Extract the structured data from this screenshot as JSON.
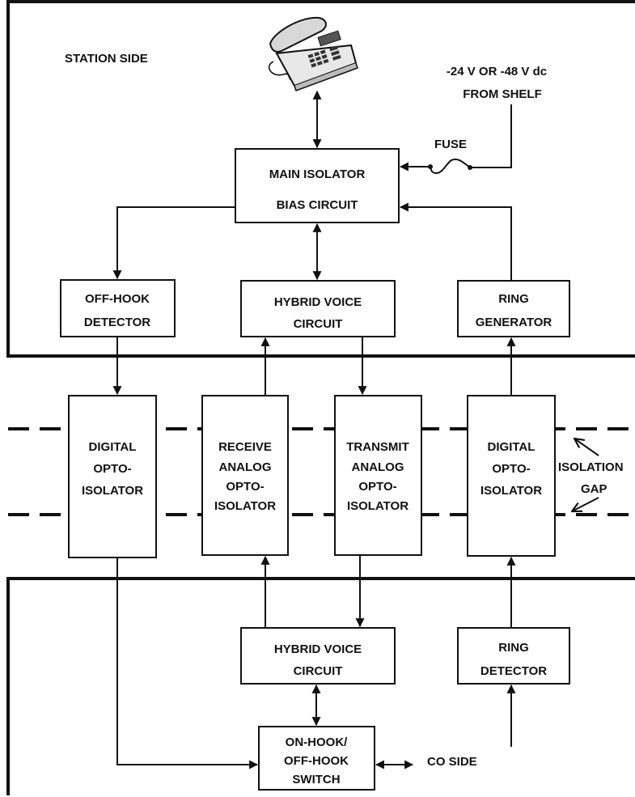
{
  "labels": {
    "station_side": "STATION SIDE",
    "co_side": "CO SIDE",
    "supply_line1": "-24 V OR -48 V dc",
    "supply_line2": "FROM SHELF",
    "fuse": "FUSE",
    "isolation_gap_line1": "ISOLATION",
    "isolation_gap_line2": "GAP"
  },
  "station": {
    "main_isolator": [
      "MAIN ISOLATOR",
      "BIAS CIRCUIT"
    ],
    "off_hook_detector": [
      "OFF-HOOK",
      "DETECTOR"
    ],
    "hybrid_voice": [
      "HYBRID VOICE",
      "CIRCUIT"
    ],
    "ring_generator": [
      "RING",
      "GENERATOR"
    ]
  },
  "isolators": {
    "digital_left": [
      "DIGITAL",
      "OPTO-",
      "ISOLATOR"
    ],
    "receive": [
      "RECEIVE",
      "ANALOG",
      "OPTO-",
      "ISOLATOR"
    ],
    "transmit": [
      "TRANSMIT",
      "ANALOG",
      "OPTO-",
      "ISOLATOR"
    ],
    "digital_right": [
      "DIGITAL",
      "OPTO-",
      "ISOLATOR"
    ]
  },
  "co": {
    "hybrid_voice": [
      "HYBRID VOICE",
      "CIRCUIT"
    ],
    "ring_detector": [
      "RING",
      "DETECTOR"
    ],
    "switch": [
      "ON-HOOK/",
      "OFF-HOOK",
      "SWITCH"
    ]
  },
  "icons": {
    "telephone": "telephone-icon"
  },
  "colors": {
    "ink": "#111111",
    "background": "#ffffff"
  }
}
